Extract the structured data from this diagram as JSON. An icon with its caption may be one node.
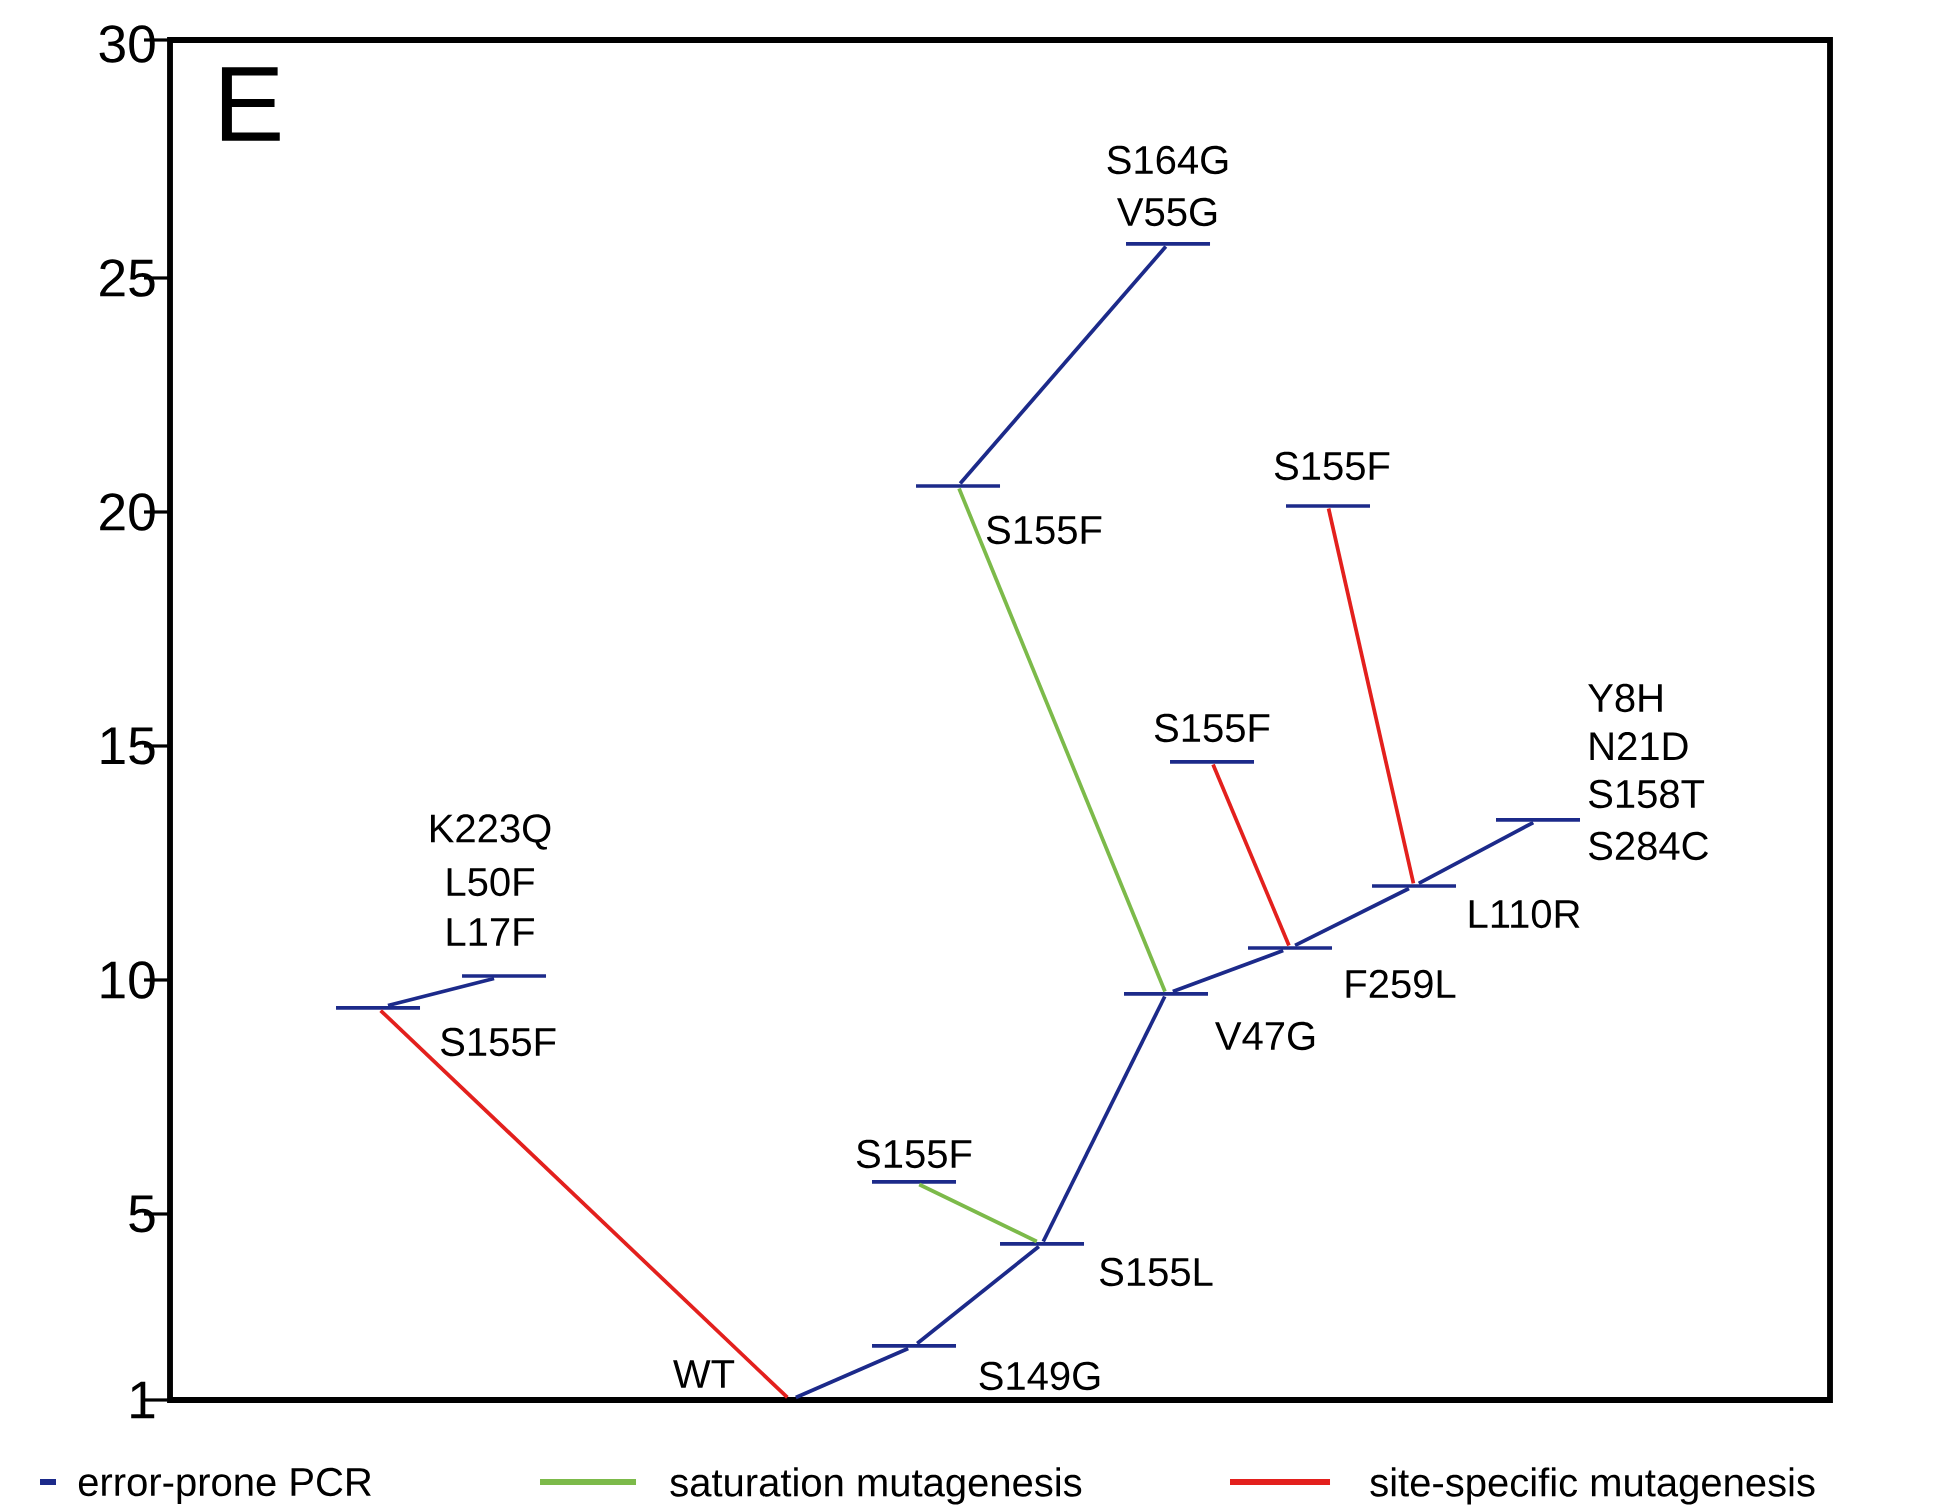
{
  "diagram": {
    "nodes": [
      {
        "text": [
          "WT"
        ]
      },
      {
        "text": [
          "S149G"
        ]
      },
      {
        "text": [
          "S155L"
        ]
      },
      {
        "text": [
          "S155F"
        ]
      },
      {
        "text": [
          "V47G"
        ]
      },
      {
        "text": [
          "S155F"
        ]
      },
      {
        "text": [
          "S164G",
          "V55G"
        ]
      },
      {
        "text": [
          "F259L"
        ]
      },
      {
        "text": [
          "S155F"
        ]
      },
      {
        "text": [
          "L110R"
        ]
      },
      {
        "text": [
          "S155F"
        ]
      },
      {
        "text": [
          "Y8H",
          "N21D",
          "S158T",
          "S284C"
        ]
      },
      {
        "text": [
          "S155F"
        ]
      },
      {
        "text": [
          "K223Q",
          "L50F",
          "L17F"
        ]
      }
    ],
    "edges": [
      {
        "from": 0,
        "to": 1,
        "arrow": "none"
      },
      {
        "from": 1,
        "to": 2,
        "arrow": "none"
      },
      {
        "from": 2,
        "to": 3,
        "arrow": "none",
        "color": "#7cba4a"
      },
      {
        "from": 2,
        "to": 4,
        "arrow": "none"
      },
      {
        "from": 4,
        "to": 5,
        "arrow": "none",
        "color": "#7cba4a"
      },
      {
        "from": 5,
        "to": 6,
        "arrow": "none"
      },
      {
        "from": 4,
        "to": 7,
        "arrow": "none"
      },
      {
        "from": 7,
        "to": 8,
        "arrow": "none",
        "color": "#e3201d"
      },
      {
        "from": 7,
        "to": 9,
        "arrow": "none"
      },
      {
        "from": 9,
        "to": 10,
        "arrow": "none",
        "color": "#e3201d"
      },
      {
        "from": 9,
        "to": 11,
        "arrow": "none"
      },
      {
        "from": 0,
        "to": 12,
        "arrow": "none",
        "color": "#e3201d"
      },
      {
        "from": 12,
        "to": 13,
        "arrow": "none"
      }
    ],
    "labels": [
      "E",
      "30",
      "25",
      "20",
      "15",
      "10",
      "5",
      "1"
    ],
    "legend": [
      {
        "text": "error-prone PCR",
        "color": "#1c2a8a"
      },
      {
        "text": "saturation mutagenesis",
        "color": "#7cba4a"
      },
      {
        "text": "site-specific mutagenesis",
        "color": "#e3201d"
      }
    ]
  }
}
